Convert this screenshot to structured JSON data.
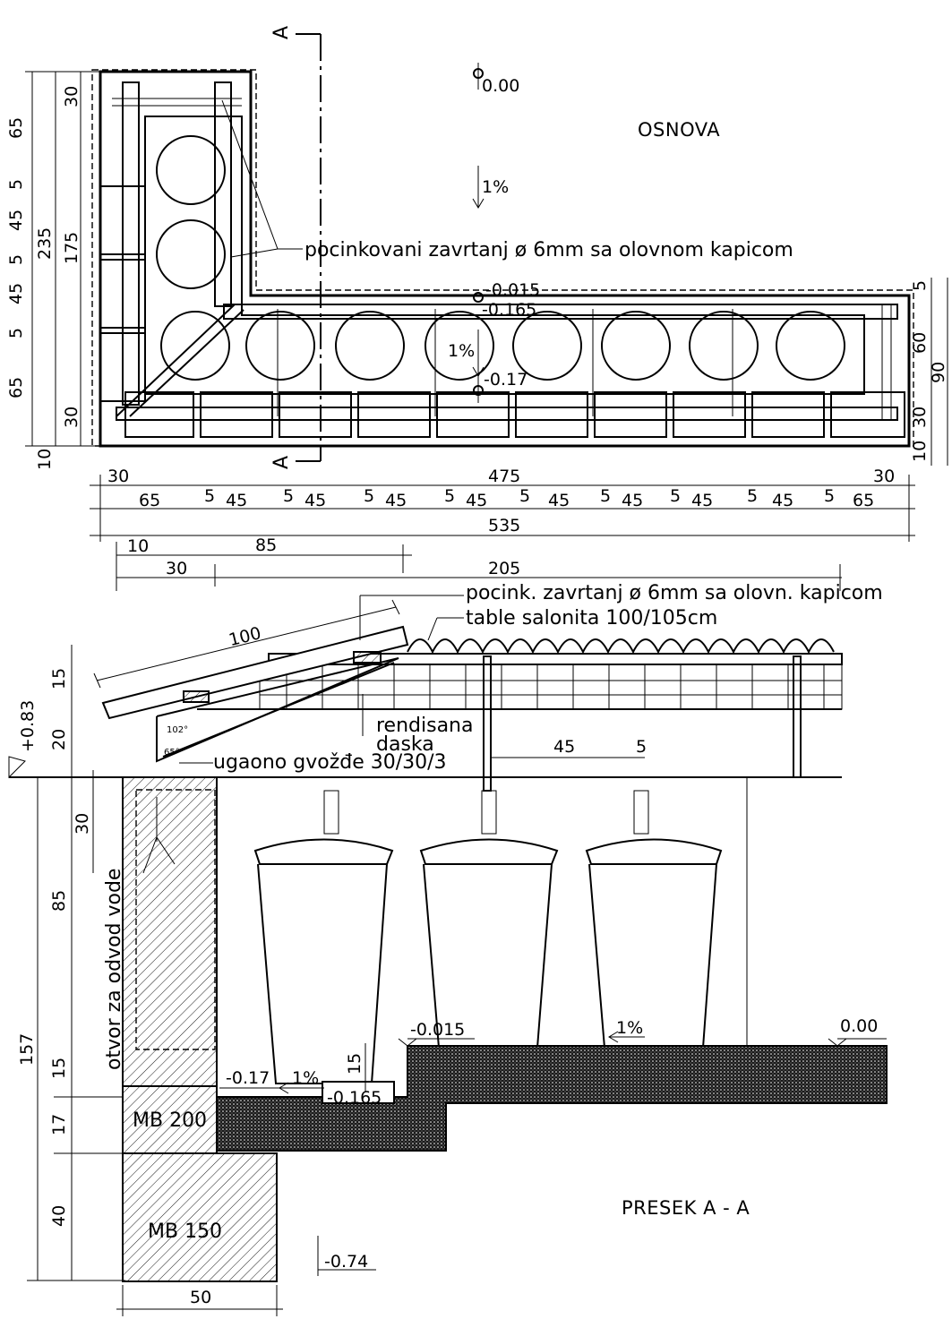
{
  "plan": {
    "title": "OSNOVA",
    "section_marker": "A",
    "levels": [
      "0.00",
      "-0.015",
      "-0.165",
      "-0.17"
    ],
    "slope": "1%",
    "bolt_note": "pocinkovani zavrtanj ø 6mm sa olovnom kapicom",
    "left_dims_outer": [
      "65",
      "5",
      "45",
      "5",
      "45",
      "5",
      "65"
    ],
    "left_dims_inner": [
      "30",
      "175",
      "30"
    ],
    "left_total": "235",
    "left_bottom": "10",
    "right_dims": [
      "5",
      "60",
      "30",
      "10"
    ],
    "right_total": "90",
    "bottom_row1": [
      "30",
      "475",
      "30"
    ],
    "bottom_row2": [
      "65",
      "5",
      "45",
      "5",
      "45",
      "5",
      "45",
      "5",
      "45",
      "5",
      "45",
      "5",
      "45",
      "5",
      "45",
      "5",
      "45",
      "5",
      "65"
    ],
    "bottom_total": "535"
  },
  "section": {
    "title": "PRESEK A - A",
    "top_dims": [
      "10",
      "85",
      "30",
      "205"
    ],
    "roof_len": "100",
    "bolt_note": "pocink. zavrtanj ø 6mm sa olovn. kapicom",
    "sheet_note": "table salonita 100/105cm",
    "board_note_1": "rendisana",
    "board_note_2": "daska",
    "angle_note": "ugaono gvožđe 30/30/3",
    "angle_a": "102°",
    "angle_b": "65°",
    "spacing_a": "45",
    "spacing_b": "5",
    "drain_note": "otvor za odvod vode",
    "left_dims": [
      "15",
      "20",
      "30",
      "85",
      "15",
      "17",
      "40"
    ],
    "left_total": "157",
    "level_top": "+0.83",
    "levels": [
      "-0.015",
      "1%",
      "0.00",
      "-0.17",
      "1%",
      "-0.165",
      "15",
      "-0.74"
    ],
    "concrete_a": "MB 200",
    "concrete_b": "MB 150",
    "base_width": "50"
  }
}
